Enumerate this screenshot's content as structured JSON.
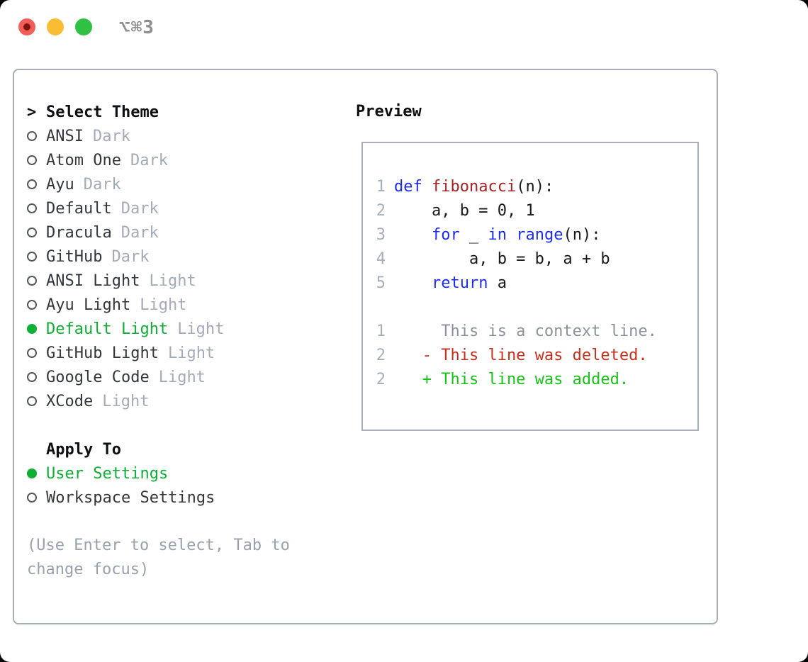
{
  "window": {
    "title": "⌥⌘3"
  },
  "theme_selector": {
    "header": {
      "marker": ">",
      "label": "Select Theme"
    },
    "items": [
      {
        "name": "ANSI",
        "tag": "Dark",
        "selected": false
      },
      {
        "name": "Atom One",
        "tag": "Dark",
        "selected": false
      },
      {
        "name": "Ayu",
        "tag": "Dark",
        "selected": false
      },
      {
        "name": "Default",
        "tag": "Dark",
        "selected": false
      },
      {
        "name": "Dracula",
        "tag": "Dark",
        "selected": false
      },
      {
        "name": "GitHub",
        "tag": "Dark",
        "selected": false
      },
      {
        "name": "ANSI Light",
        "tag": "Light",
        "selected": false
      },
      {
        "name": "Ayu Light",
        "tag": "Light",
        "selected": false
      },
      {
        "name": "Default Light",
        "tag": "Light",
        "selected": true
      },
      {
        "name": "GitHub Light",
        "tag": "Light",
        "selected": false
      },
      {
        "name": "Google Code",
        "tag": "Light",
        "selected": false
      },
      {
        "name": "XCode",
        "tag": "Light",
        "selected": false
      }
    ]
  },
  "apply_to": {
    "label": "Apply To",
    "options": [
      {
        "name": "User Settings",
        "selected": true
      },
      {
        "name": "Workspace Settings",
        "selected": false
      }
    ]
  },
  "hint": "(Use Enter to select, Tab to change focus)",
  "preview": {
    "label": "Preview",
    "lines": [
      {
        "num": "1",
        "segments": [
          {
            "text": "def ",
            "color": "keyword"
          },
          {
            "text": "fibonacci",
            "color": "function"
          },
          {
            "text": "(n):",
            "color": "plain"
          }
        ]
      },
      {
        "num": "2",
        "segments": [
          {
            "text": "    a, b = 0, 1",
            "color": "plain"
          }
        ]
      },
      {
        "num": "3",
        "segments": [
          {
            "text": "    ",
            "color": "plain"
          },
          {
            "text": "for",
            "color": "keyword"
          },
          {
            "text": " _ ",
            "color": "plain"
          },
          {
            "text": "in",
            "color": "keyword"
          },
          {
            "text": " ",
            "color": "plain"
          },
          {
            "text": "range",
            "color": "keyword"
          },
          {
            "text": "(n):",
            "color": "plain"
          }
        ]
      },
      {
        "num": "4",
        "segments": [
          {
            "text": "        a, b = b, a + b",
            "color": "plain"
          }
        ]
      },
      {
        "num": "5",
        "segments": [
          {
            "text": "    ",
            "color": "plain"
          },
          {
            "text": "return",
            "color": "keyword"
          },
          {
            "text": " a",
            "color": "plain"
          }
        ]
      },
      {
        "num": "",
        "segments": []
      },
      {
        "num": "1",
        "segments": [
          {
            "text": "     This is a context line.",
            "color": "context"
          }
        ]
      },
      {
        "num": "2",
        "segments": [
          {
            "text": "   - This line was deleted.",
            "color": "deleted"
          }
        ]
      },
      {
        "num": "2",
        "segments": [
          {
            "text": "   + This line was added.",
            "color": "added"
          }
        ]
      }
    ]
  },
  "colors": {
    "accent_selected_green": "#0fae35",
    "added_green": "#15c417",
    "deleted_red": "#c8301b",
    "keyword_blue": "#1c2cf2",
    "function_red": "#a42323",
    "context_gray": "#8b929c",
    "line_number_gray": "#a6aeb8",
    "tag_gray": "#a3abb8",
    "item_text": "#32363d",
    "header_text": "#0d0f12",
    "hint_gray": "#98a1ae",
    "border_gray": "#a7aeb9",
    "radio_stroke": "#53585f",
    "code_plain": "#17181a",
    "title_gray": "#8e8e8e",
    "traffic_red": "#f25f58",
    "traffic_red_dot": "#7c1412",
    "traffic_yellow": "#f9bc33",
    "traffic_green": "#30c144"
  }
}
